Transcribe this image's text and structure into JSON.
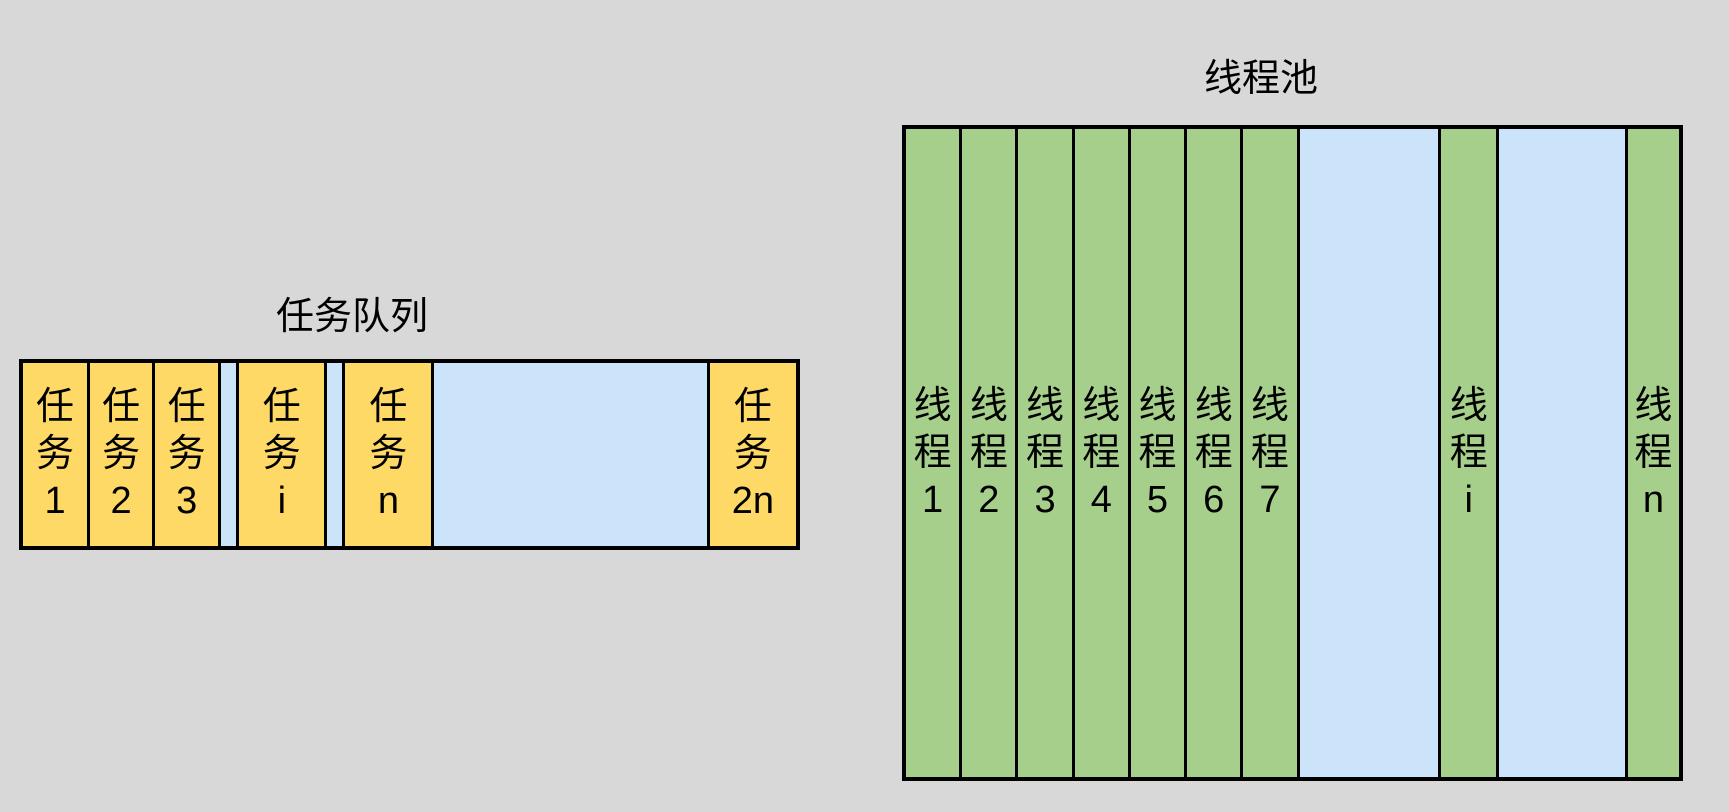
{
  "background_color": "#d8d8d8",
  "colors": {
    "task_fill": "#ffd966",
    "empty_fill": "#cbe4fa",
    "thread_fill": "#a5cf8b",
    "border": "#000000"
  },
  "task_queue": {
    "title": "任务队列",
    "cells": [
      {
        "kind": "task",
        "lines": [
          "任",
          "务",
          "1"
        ]
      },
      {
        "kind": "task",
        "lines": [
          "任",
          "务",
          "2"
        ]
      },
      {
        "kind": "task",
        "lines": [
          "任",
          "务",
          "3"
        ]
      },
      {
        "kind": "empty",
        "lines": []
      },
      {
        "kind": "task",
        "lines": [
          "任",
          "务",
          "i"
        ]
      },
      {
        "kind": "empty",
        "lines": []
      },
      {
        "kind": "task",
        "lines": [
          "任",
          "务",
          "n"
        ]
      },
      {
        "kind": "empty",
        "lines": []
      },
      {
        "kind": "task",
        "lines": [
          "任",
          "务",
          "2n"
        ]
      }
    ]
  },
  "thread_pool": {
    "title": "线程池",
    "cells": [
      {
        "kind": "thread",
        "lines": [
          "线",
          "程",
          "1"
        ]
      },
      {
        "kind": "thread",
        "lines": [
          "线",
          "程",
          "2"
        ]
      },
      {
        "kind": "thread",
        "lines": [
          "线",
          "程",
          "3"
        ]
      },
      {
        "kind": "thread",
        "lines": [
          "线",
          "程",
          "4"
        ]
      },
      {
        "kind": "thread",
        "lines": [
          "线",
          "程",
          "5"
        ]
      },
      {
        "kind": "thread",
        "lines": [
          "线",
          "程",
          "6"
        ]
      },
      {
        "kind": "thread",
        "lines": [
          "线",
          "程",
          "7"
        ]
      },
      {
        "kind": "empty",
        "lines": []
      },
      {
        "kind": "thread",
        "lines": [
          "线",
          "程",
          "i"
        ]
      },
      {
        "kind": "empty",
        "lines": []
      },
      {
        "kind": "thread",
        "lines": [
          "线",
          "程",
          "n"
        ]
      }
    ]
  }
}
